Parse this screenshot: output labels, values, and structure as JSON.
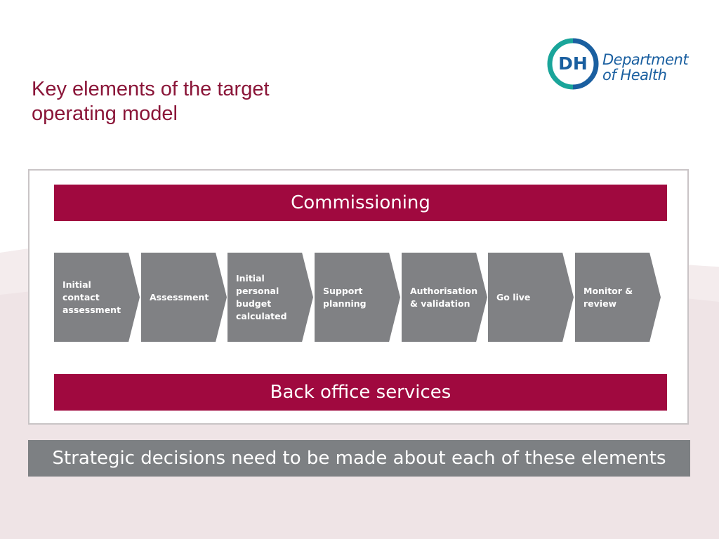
{
  "slide": {
    "title_lines": [
      "Key elements of the target",
      "operating model"
    ]
  },
  "logo": {
    "mark": "DH",
    "text_lines": [
      "Department",
      "of Health"
    ],
    "ring_colors": [
      "#1aa59a",
      "#1a5fa0"
    ]
  },
  "diagram": {
    "top_bar": "Commissioning",
    "steps": [
      {
        "label": "Initial\ncontact\nassessment"
      },
      {
        "label": "Assessment"
      },
      {
        "label": "Initial\npersonal\nbudget\ncalculated"
      },
      {
        "label": "Support\nplanning"
      },
      {
        "label": "Authorisation\n& validation"
      },
      {
        "label": "Go live"
      },
      {
        "label": "Monitor &\nreview"
      }
    ],
    "bottom_bar": "Back office services"
  },
  "banner": "Strategic decisions need to be made about each of these elements",
  "colors": {
    "accent": "#a0093f",
    "title": "#8a1538",
    "step_grey": "#808184",
    "banner_grey": "#7d8083",
    "background_wave": "#efe6e7"
  }
}
